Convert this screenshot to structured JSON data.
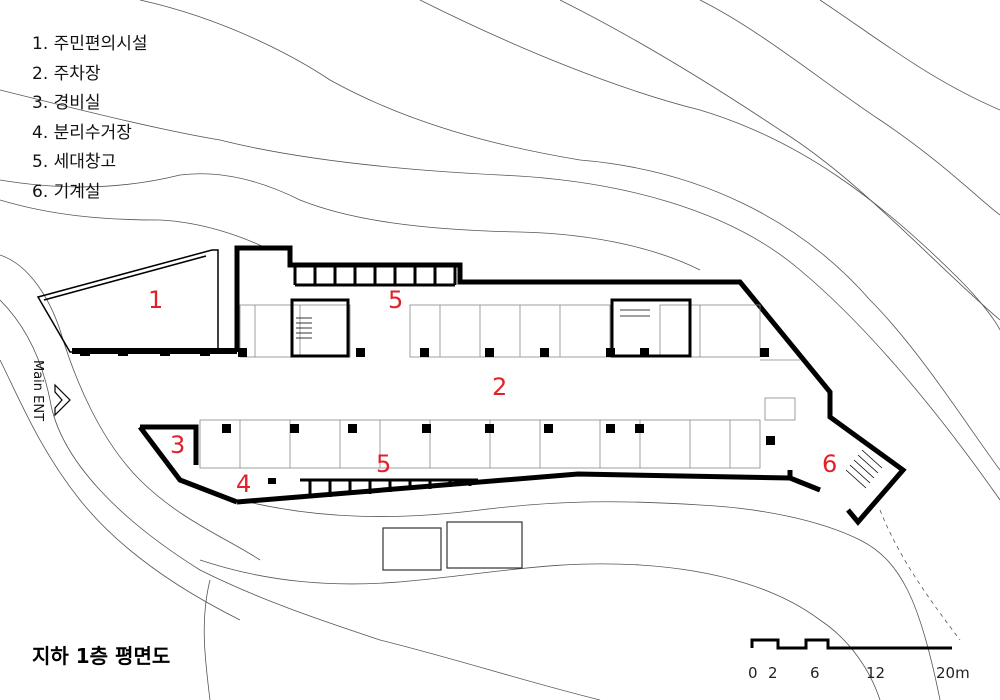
{
  "legend": [
    {
      "num": "1.",
      "text": "주민편의시설"
    },
    {
      "num": "2.",
      "text": "주차장"
    },
    {
      "num": "3.",
      "text": "경비실"
    },
    {
      "num": "4.",
      "text": "분리수거장"
    },
    {
      "num": "5.",
      "text": "세대창고"
    },
    {
      "num": "6.",
      "text": "기계실"
    }
  ],
  "plan_title": "지하 1층 평면도",
  "room_labels": {
    "amenity": "1",
    "storage_top": "5",
    "parking": "2",
    "guard": "3",
    "recycle": "4",
    "storage_bottom": "5",
    "machine": "6"
  },
  "entrance_label": "Main ENT",
  "scale_bar": {
    "unit": "m",
    "ticks": [
      "0",
      "2",
      "6",
      "12",
      "20m"
    ]
  },
  "colors": {
    "wall": "#000000",
    "label": "#e0202a",
    "contour": "#555555"
  }
}
